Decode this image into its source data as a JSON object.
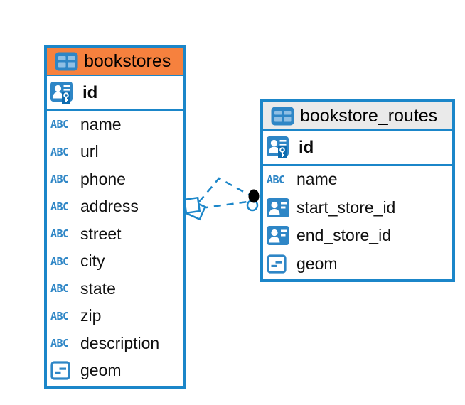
{
  "diagram": {
    "colors": {
      "accent_blue": "#1b86c9",
      "icon_blue": "#2e86c6",
      "icon_blue_dark": "#0e6cb0",
      "icon_cell_light": "#8fbfe4",
      "bookstores_header_bg": "#f6813e",
      "routes_header_bg": "#eaeaea",
      "text": "#111111",
      "background": "#ffffff",
      "relationship_dot": "#000000"
    },
    "tables": [
      {
        "name": "bookstores",
        "header_style": "background:#f6813e",
        "columns": [
          {
            "name": "id",
            "type_icon": "primary-key-icon"
          },
          {
            "name": "name",
            "type_icon": "text-type-icon"
          },
          {
            "name": "url",
            "type_icon": "text-type-icon"
          },
          {
            "name": "phone",
            "type_icon": "text-type-icon"
          },
          {
            "name": "address",
            "type_icon": "text-type-icon"
          },
          {
            "name": "street",
            "type_icon": "text-type-icon"
          },
          {
            "name": "city",
            "type_icon": "text-type-icon"
          },
          {
            "name": "state",
            "type_icon": "text-type-icon"
          },
          {
            "name": "zip",
            "type_icon": "text-type-icon"
          },
          {
            "name": "description",
            "type_icon": "text-type-icon"
          },
          {
            "name": "geom",
            "type_icon": "geometry-type-icon"
          }
        ]
      },
      {
        "name": "bookstore_routes",
        "header_style": "background:#eaeaea",
        "columns": [
          {
            "name": "id",
            "type_icon": "primary-key-icon"
          },
          {
            "name": "name",
            "type_icon": "text-type-icon"
          },
          {
            "name": "start_store_id",
            "type_icon": "reference-type-icon"
          },
          {
            "name": "end_store_id",
            "type_icon": "reference-type-icon"
          },
          {
            "name": "geom",
            "type_icon": "geometry-type-icon"
          }
        ]
      }
    ],
    "icons": {
      "text_type_label": "ABC"
    },
    "relationships": [
      {
        "from": "bookstores",
        "to": "bookstore_routes",
        "style": "dashed"
      },
      {
        "from": "bookstores",
        "to": "bookstore_routes",
        "style": "dashed"
      }
    ]
  }
}
